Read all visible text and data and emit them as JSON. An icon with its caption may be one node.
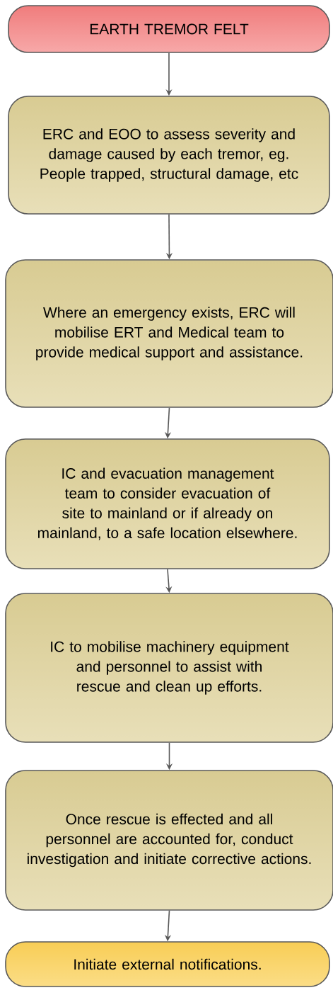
{
  "diagram": {
    "nodes": [
      {
        "text": [
          "EARTH TREMOR FELT"
        ]
      },
      {
        "text": [
          "ERC and EOO to assess severity and damage caused by each tremor, eg. People trapped, structural damage, etc"
        ]
      },
      {
        "text": [
          "Where an emergency exists, ERC will mobilise ERT and Medical team to provide medical support and assistance."
        ]
      },
      {
        "text": [
          "IC and evacuation management team to consider evacuation of site to mainland or if already on mainland, to a safe location elsewhere."
        ]
      },
      {
        "text": [
          "IC to mobilise machinery equipment and personnel to assist with rescue and clean up efforts."
        ]
      },
      {
        "text": [
          "Once rescue is effected and all personnel are accounted for, conduct investigation and initiate corrective actions."
        ]
      },
      {
        "text": [
          "Initiate external notifications."
        ]
      }
    ],
    "edges": [
      {
        "from": 0,
        "to": 1,
        "arrow": "to"
      },
      {
        "from": 1,
        "to": 2,
        "arrow": "to"
      },
      {
        "from": 2,
        "to": 3,
        "arrow": "to"
      },
      {
        "from": 3,
        "to": 4,
        "arrow": "to"
      },
      {
        "from": 4,
        "to": 5,
        "arrow": "to"
      },
      {
        "from": 5,
        "to": 6,
        "arrow": "to"
      }
    ]
  }
}
